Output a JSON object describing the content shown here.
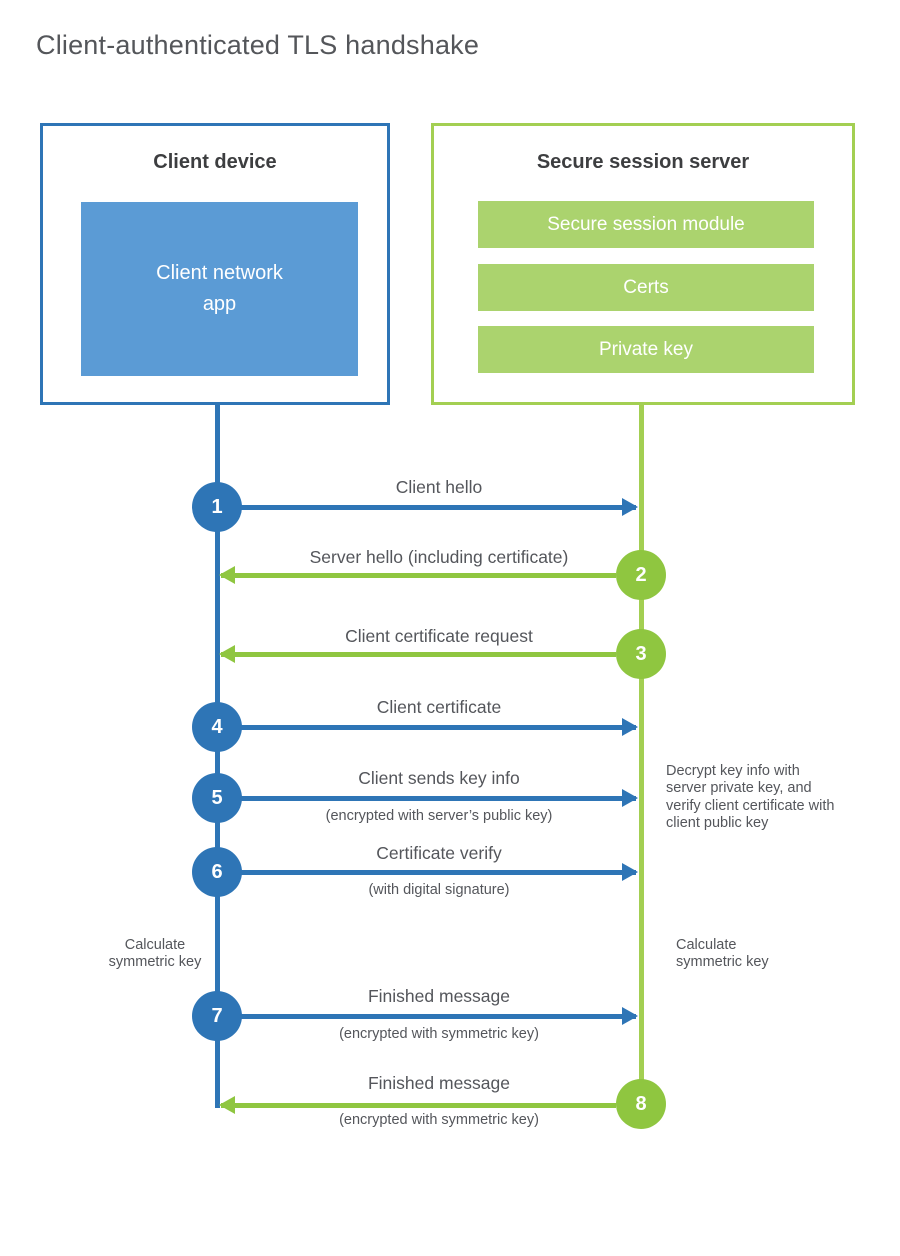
{
  "title": "Client-authenticated TLS handshake",
  "client": {
    "title": "Client device",
    "app_label": "Client network\napp"
  },
  "server": {
    "title": "Secure session server",
    "modules": [
      "Secure session module",
      "Certs",
      "Private key"
    ]
  },
  "steps": [
    {
      "num": "1",
      "from": "client",
      "to": "server",
      "label": "Client hello",
      "sublabel": ""
    },
    {
      "num": "2",
      "from": "server",
      "to": "client",
      "label": "Server hello (including certificate)",
      "sublabel": ""
    },
    {
      "num": "3",
      "from": "server",
      "to": "client",
      "label": "Client certificate request",
      "sublabel": ""
    },
    {
      "num": "4",
      "from": "client",
      "to": "server",
      "label": "Client certificate",
      "sublabel": ""
    },
    {
      "num": "5",
      "from": "client",
      "to": "server",
      "label": "Client sends key info",
      "sublabel": "(encrypted with server’s public key)"
    },
    {
      "num": "6",
      "from": "client",
      "to": "server",
      "label": "Certificate verify",
      "sublabel": "(with digital signature)"
    },
    {
      "num": "7",
      "from": "client",
      "to": "server",
      "label": "Finished message",
      "sublabel": "(encrypted with symmetric key)"
    },
    {
      "num": "8",
      "from": "server",
      "to": "client",
      "label": "Finished message",
      "sublabel": "(encrypted with symmetric key)"
    }
  ],
  "notes": {
    "decrypt": "Decrypt key info with server private key, and verify client certificate with client public key",
    "calculate_left": "Calculate\nsymmetric key",
    "calculate_right": "Calculate\nsymmetric key"
  },
  "colors": {
    "blue_dark": "#2E75B6",
    "blue_light": "#5B9BD5",
    "green_accent": "#8FC640",
    "green_line": "#A3CF52",
    "green_fill": "#ABD36E",
    "text_gray": "#54565B"
  }
}
